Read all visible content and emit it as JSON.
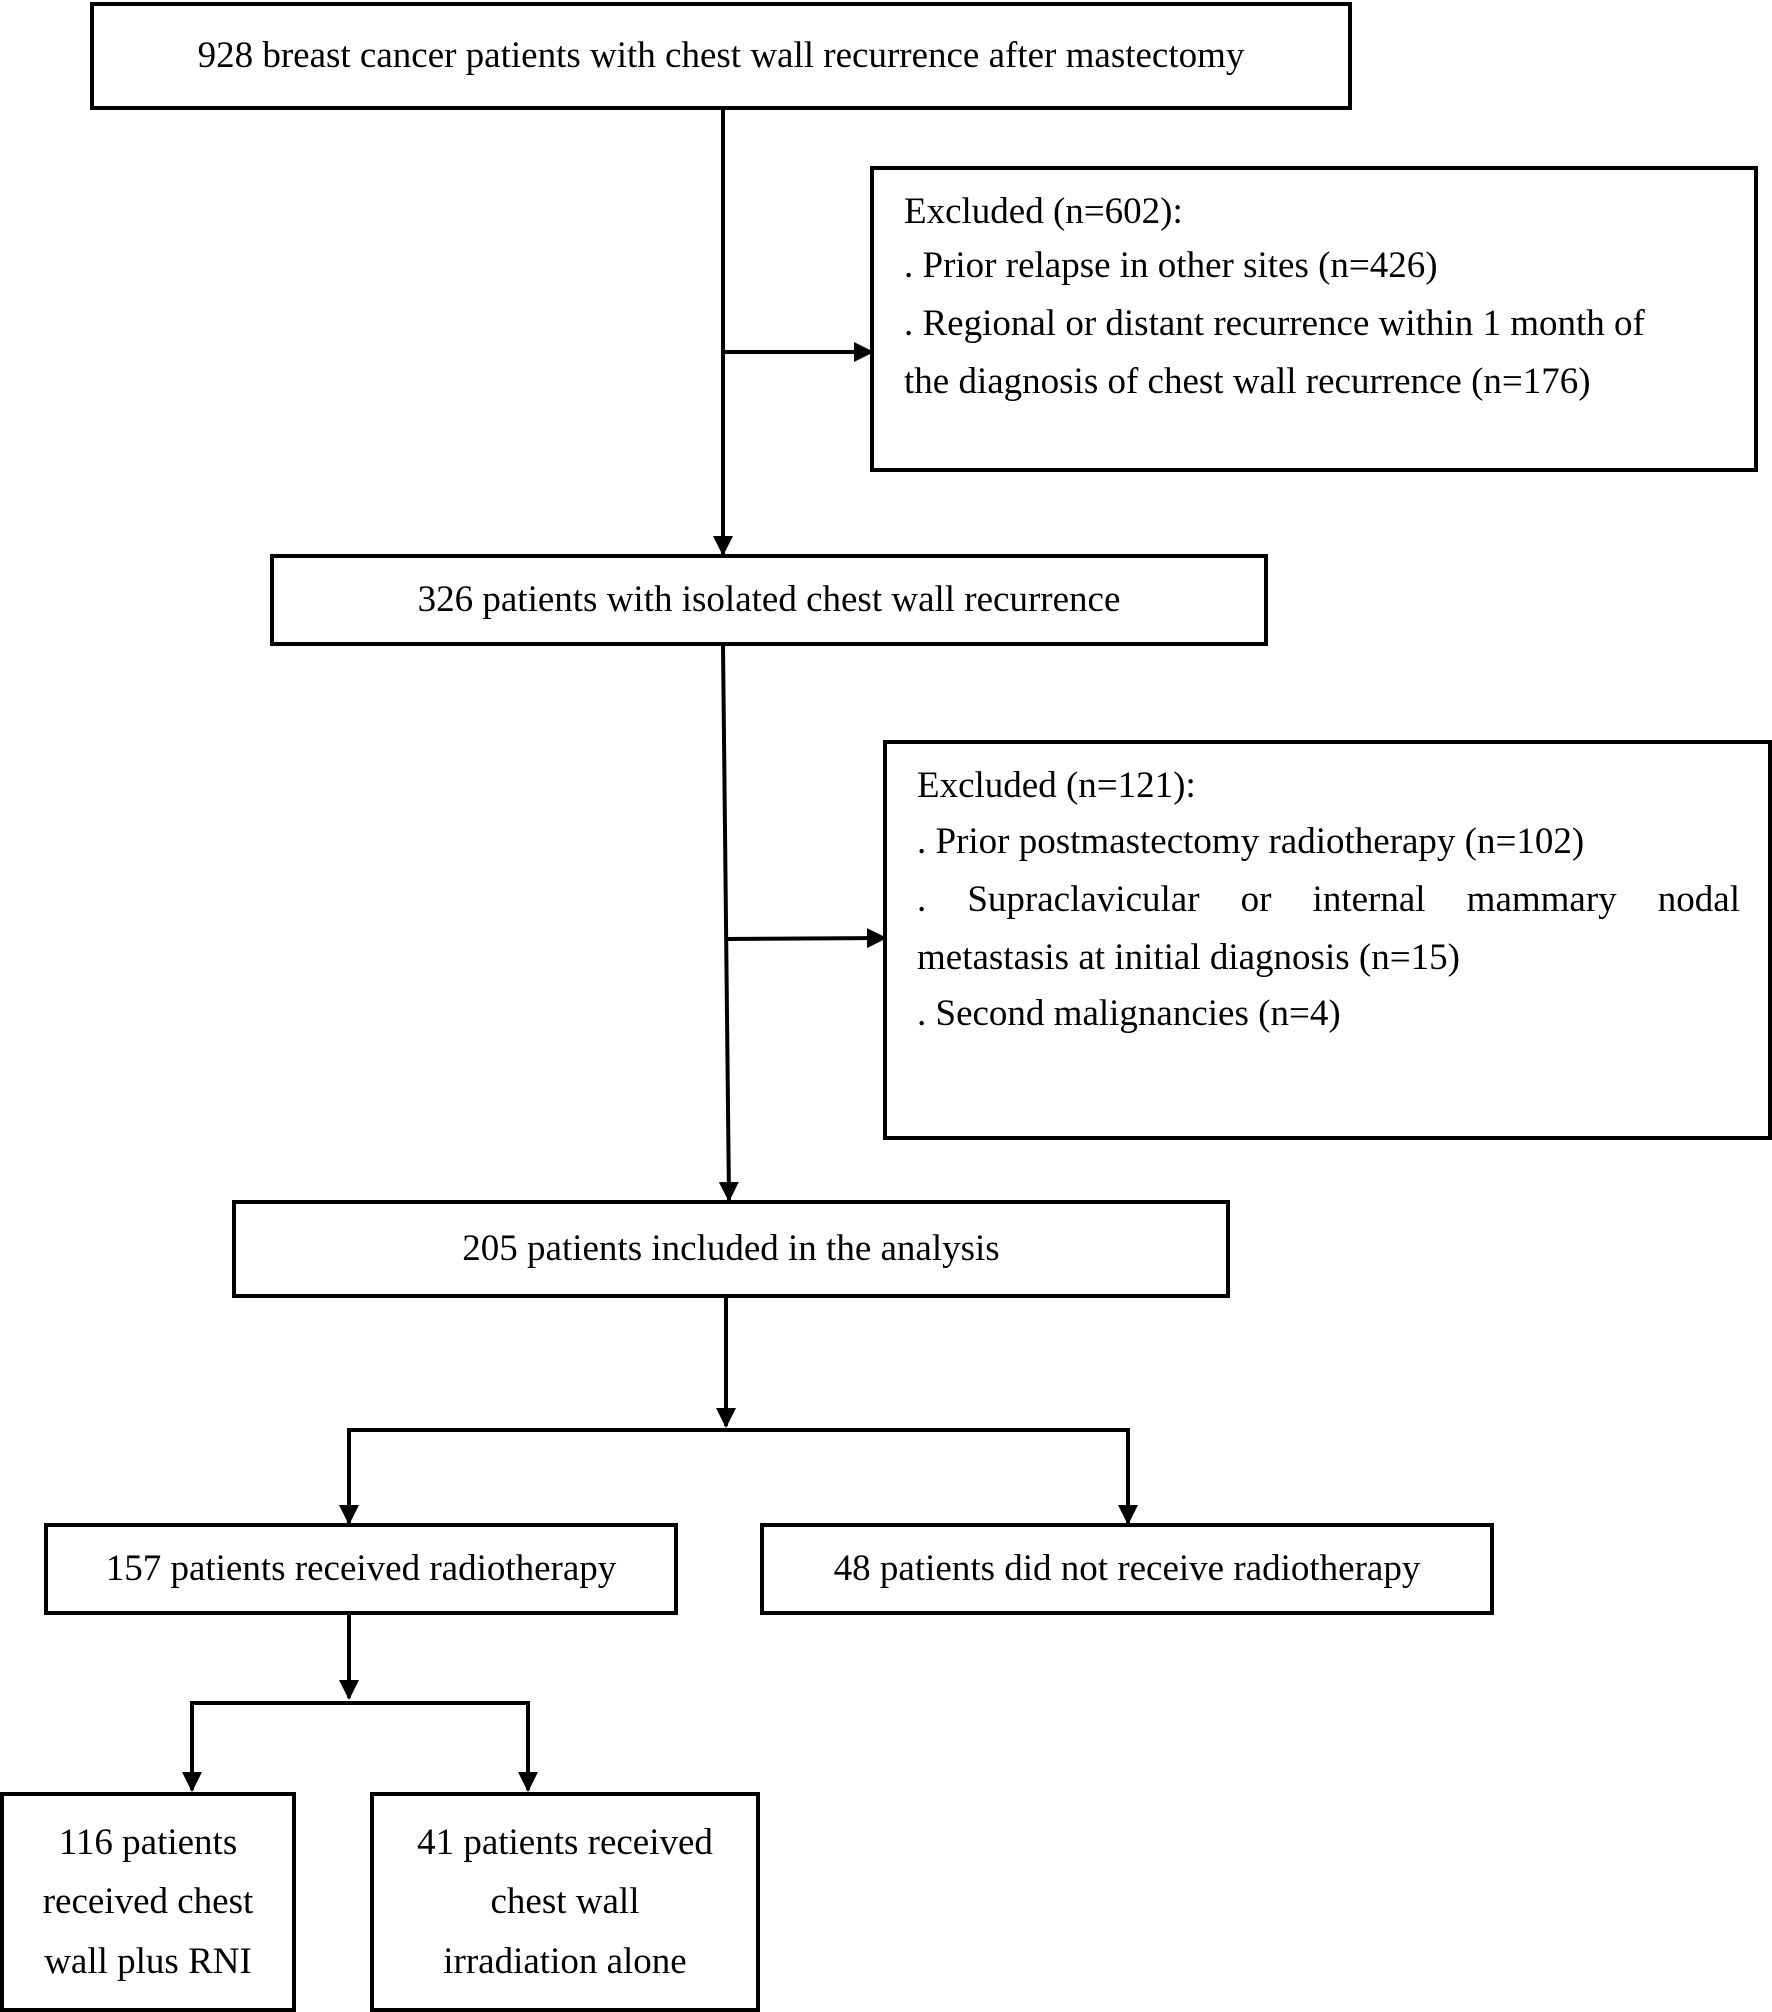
{
  "boxes": {
    "start": "928 breast cancer patients with chest wall recurrence after mastectomy",
    "isolated": "326 patients with isolated chest wall recurrence",
    "included": "205 patients included in the analysis",
    "rt": "157 patients received radiotherapy",
    "no_rt": "48 patients did not receive radiotherapy",
    "rni_lines": [
      "116 patients",
      "received chest",
      "wall plus RNI"
    ],
    "cw_lines": [
      "41 patients received",
      "chest wall",
      "irradiation alone"
    ]
  },
  "excluded_1": {
    "title": "Excluded (n=602):",
    "items": [
      ". Prior relapse in other sites (n=426)",
      ". Regional or distant recurrence within 1 month of",
      "the diagnosis of chest wall recurrence (n=176)"
    ]
  },
  "excluded_2": {
    "title": "Excluded (n=121):",
    "items": [
      ". Prior postmastectomy radiotherapy (n=102)",
      ". Supraclavicular or internal mammary nodal",
      "metastasis at initial diagnosis (n=15)",
      ". Second malignancies (n=4)"
    ]
  }
}
